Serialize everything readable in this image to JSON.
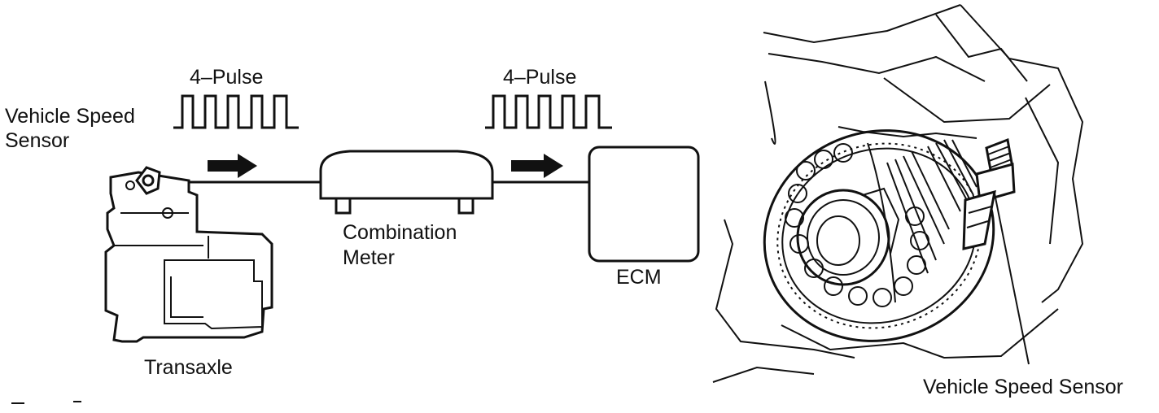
{
  "labels": {
    "vss_left_line1": "Vehicle Speed",
    "vss_left_line2": "Sensor",
    "pulse_left": "4–Pulse",
    "pulse_right": "4–Pulse",
    "combination_line1": "Combination",
    "combination_line2": "Meter",
    "ecm": "ECM",
    "transaxle": "Transaxle",
    "vss_right": "Vehicle Speed Sensor"
  },
  "colors": {
    "ink": "#111111",
    "background": "#ffffff"
  },
  "icons": [
    "right-arrow-icon",
    "pulse-waveform-icon",
    "speed-sensor-icon"
  ]
}
